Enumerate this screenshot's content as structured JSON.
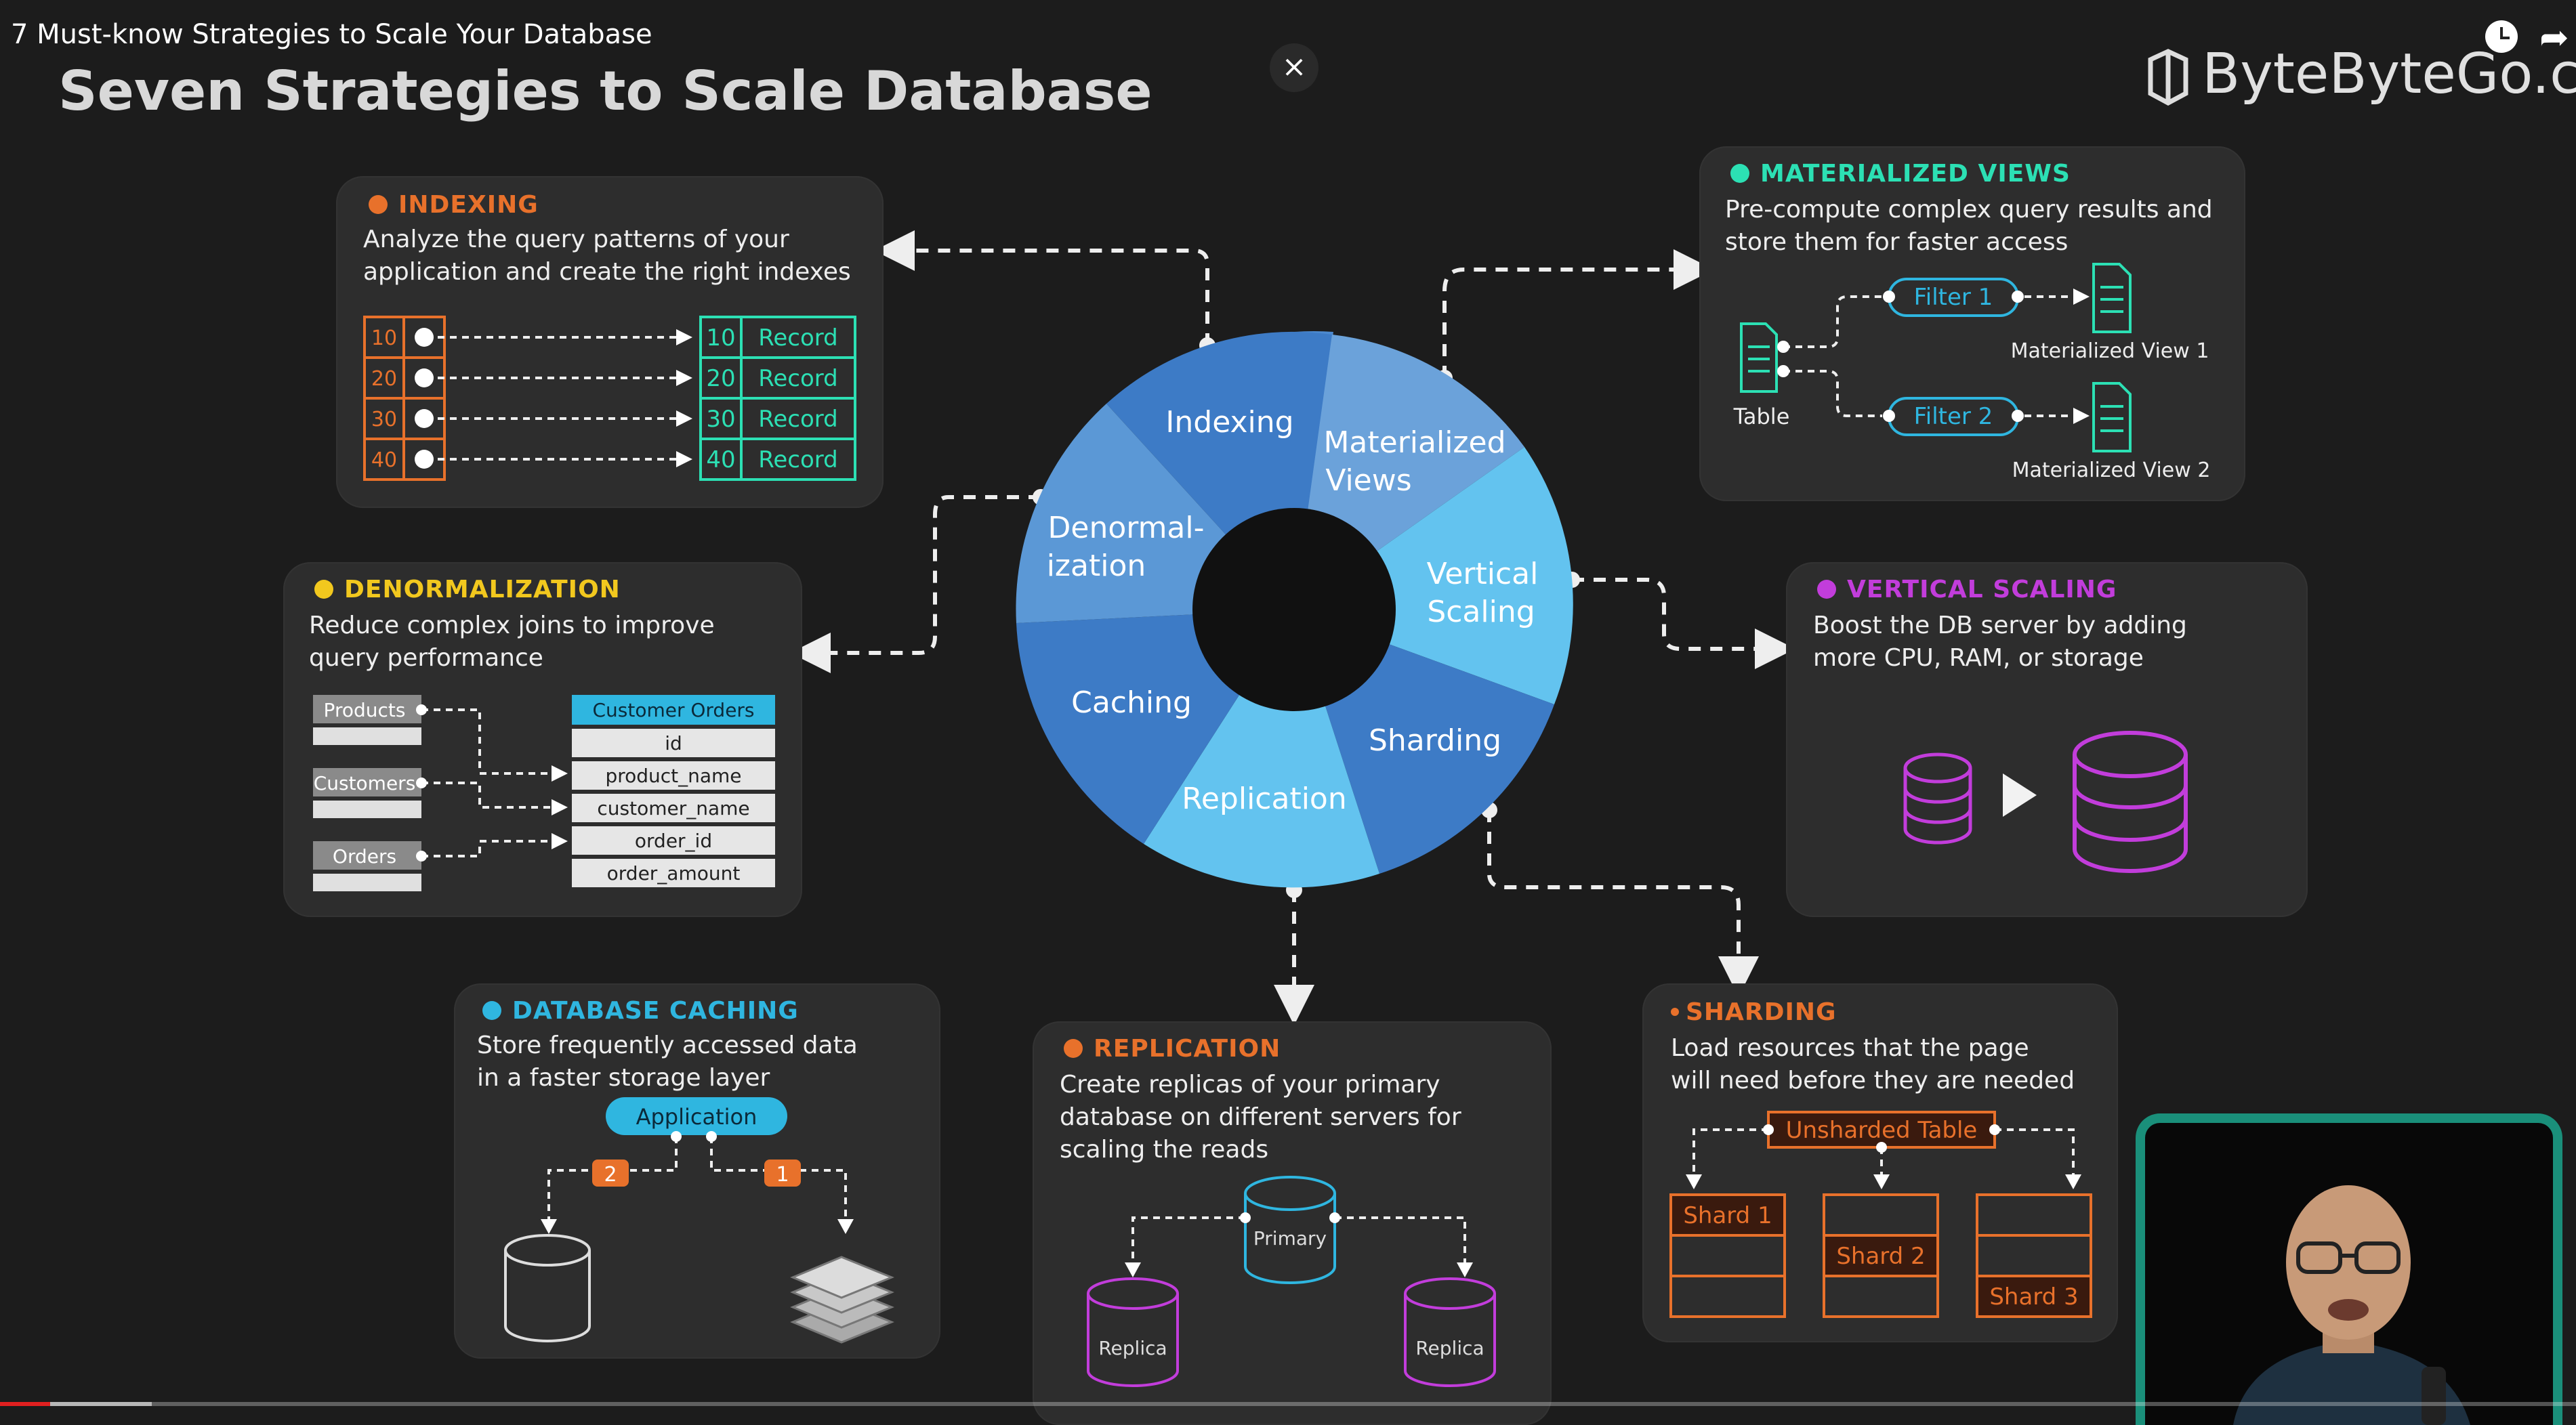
{
  "video": {
    "title": "7 Must-know Strategies to Scale Your Database",
    "close": "×"
  },
  "slide": {
    "heading": "Seven Strategies to Scale Database",
    "brand": "ByteByteGo.com",
    "wheel": {
      "indexing": "Indexing",
      "mat1": "Materialized",
      "mat2": "Views",
      "vert1": "Vertical",
      "vert2": "Scaling",
      "sharding": "Sharding",
      "replication": "Replication",
      "caching": "Caching",
      "denorm1": "Denormal-",
      "denorm2": "ization"
    },
    "indexing": {
      "title": "INDEXING",
      "desc1": "Analyze the query patterns of your",
      "desc2": "application and create the right indexes",
      "keys": [
        "10",
        "20",
        "30",
        "40"
      ],
      "record": "Record"
    },
    "materialized": {
      "title": "MATERIALIZED VIEWS",
      "desc1": "Pre-compute complex query results and",
      "desc2": "store them for faster access",
      "filter1": "Filter 1",
      "filter2": "Filter 2",
      "table": "Table",
      "view1": "Materialized View 1",
      "view2": "Materialized View 2"
    },
    "denormalization": {
      "title": "DENORMALIZATION",
      "desc1": "Reduce complex joins to improve",
      "desc2": "query performance",
      "products": "Products",
      "customers": "Customers",
      "orders": "Orders",
      "target": "Customer Orders",
      "fields": [
        "id",
        "product_name",
        "customer_name",
        "order_id",
        "order_amount"
      ]
    },
    "vertical": {
      "title": "VERTICAL SCALING",
      "desc1": "Boost the DB server by adding",
      "desc2": "more CPU, RAM, or storage"
    },
    "caching": {
      "title": "DATABASE CACHING",
      "desc1": "Store frequently accessed data",
      "desc2": "in a faster storage layer",
      "app": "Application",
      "step1": "1",
      "step2": "2"
    },
    "replication": {
      "title": "REPLICATION",
      "desc1": "Create replicas of your primary",
      "desc2": "database on different servers for",
      "desc3": "scaling the reads",
      "primary": "Primary",
      "replica": "Replica"
    },
    "sharding": {
      "title": "SHARDING",
      "desc1": "Load resources that the page",
      "desc2": "will need before they are needed",
      "unsharded": "Unsharded Table",
      "shard1": "Shard 1",
      "shard2": "Shard 2",
      "shard3": "Shard 3"
    }
  },
  "colors": {
    "orange": "#e8712b",
    "green": "#2ce0b4",
    "yellow": "#f2c81e",
    "purple": "#c23ddb",
    "cyan": "#2fb6e0",
    "wheel_dark": "#3d7bc6",
    "wheel_mid": "#5b98d6",
    "wheel_light": "#63c3ef"
  }
}
